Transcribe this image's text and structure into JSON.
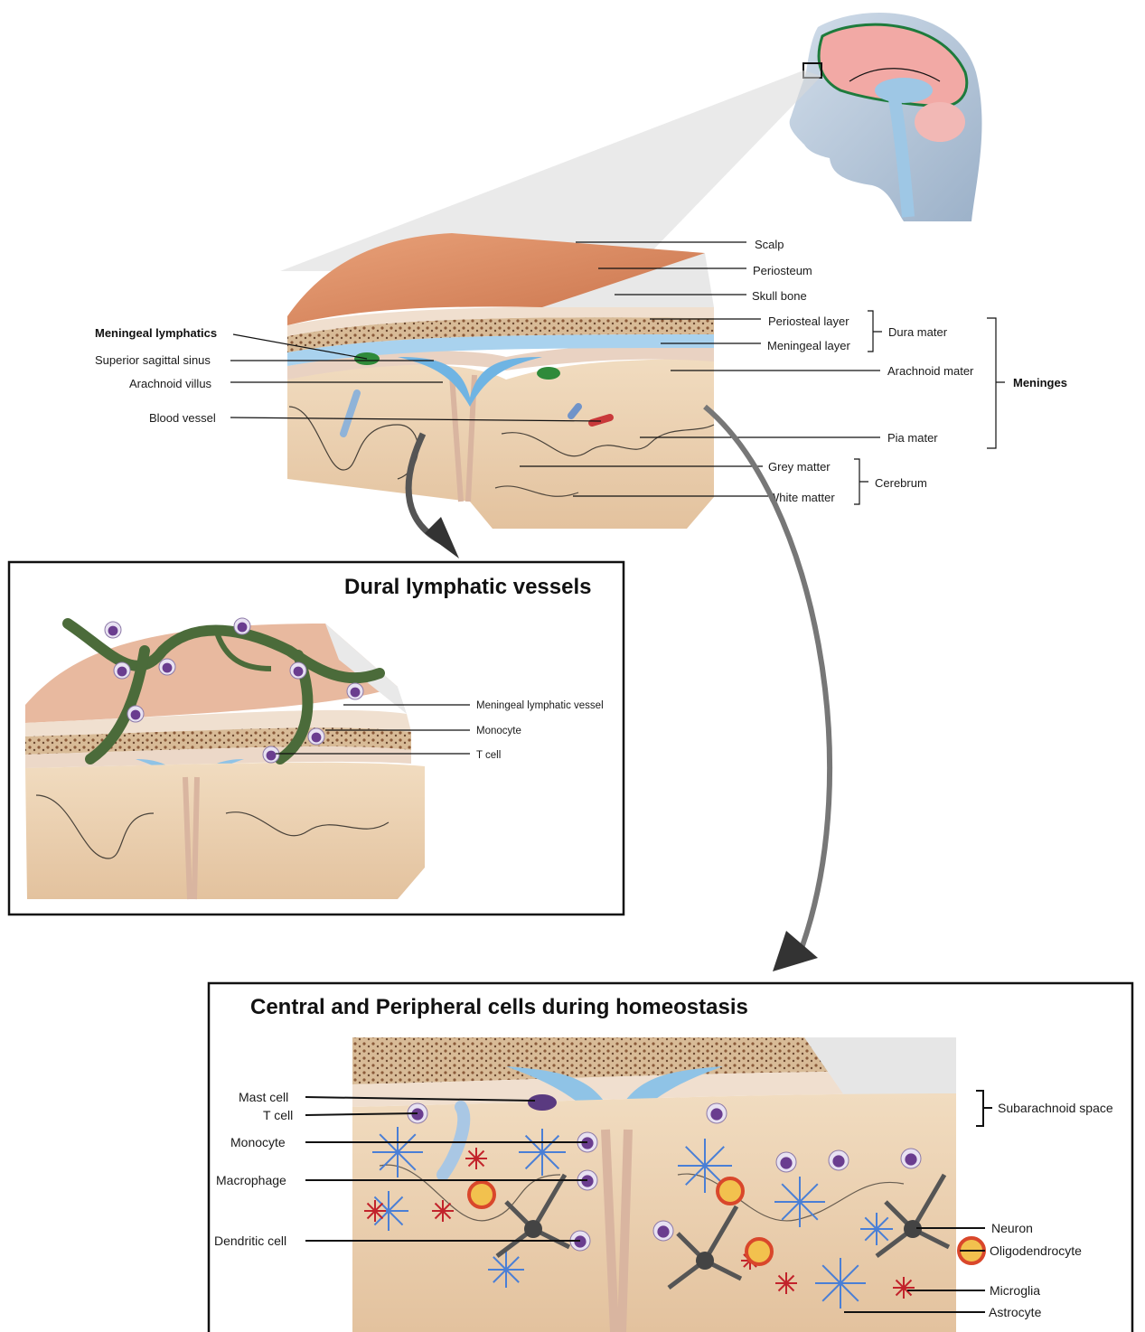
{
  "top_labels": {
    "scalp": "Scalp",
    "periosteum": "Periosteum",
    "skull_bone": "Skull bone",
    "periosteal_layer": "Periosteal layer",
    "meningeal_layer": "Meningeal layer",
    "dura_mater": "Dura mater",
    "arachnoid_mater": "Arachnoid mater",
    "meninges": "Meninges",
    "pia_mater": "Pia mater",
    "grey_matter": "Grey matter",
    "white_matter": "White matter",
    "cerebrum": "Cerebrum",
    "meningeal_lymphatics": "Meningeal lymphatics",
    "superior_sagittal_sinus": "Superior sagittal sinus",
    "arachnoid_villus": "Arachnoid villus",
    "blood_vessel": "Blood vessel"
  },
  "dural_panel": {
    "title": "Dural lymphatic vessels",
    "labels": {
      "vessel": "Meningeal lymphatic vessel",
      "monocyte": "Monocyte",
      "tcell": "T cell"
    }
  },
  "cells_panel": {
    "title": "Central and Peripheral cells during homeostasis",
    "left_labels": {
      "mast_cell": "Mast cell",
      "tcell": "T cell",
      "monocyte": "Monocyte",
      "macrophage": "Macrophage",
      "dendritic": "Dendritic cell"
    },
    "right_labels": {
      "subarachnoid": "Subarachnoid space",
      "neuron": "Neuron",
      "oligodendrocyte": "Oligodendrocyte",
      "microglia": "Microglia",
      "astrocyte": "Astrocyte"
    }
  },
  "colors": {
    "scalp": "#d98a5f",
    "bone": "#c9a27a",
    "dura": "#ecd8c8",
    "csf": "#8fc3e6",
    "grey_matter": "#c98a5e",
    "white_matter": "#ecd3b3",
    "lymphatic": "#4b6b3a",
    "immune_cell": "#6a3d8f",
    "astrocyte": "#4a7fd6",
    "microglia": "#c2232b"
  }
}
